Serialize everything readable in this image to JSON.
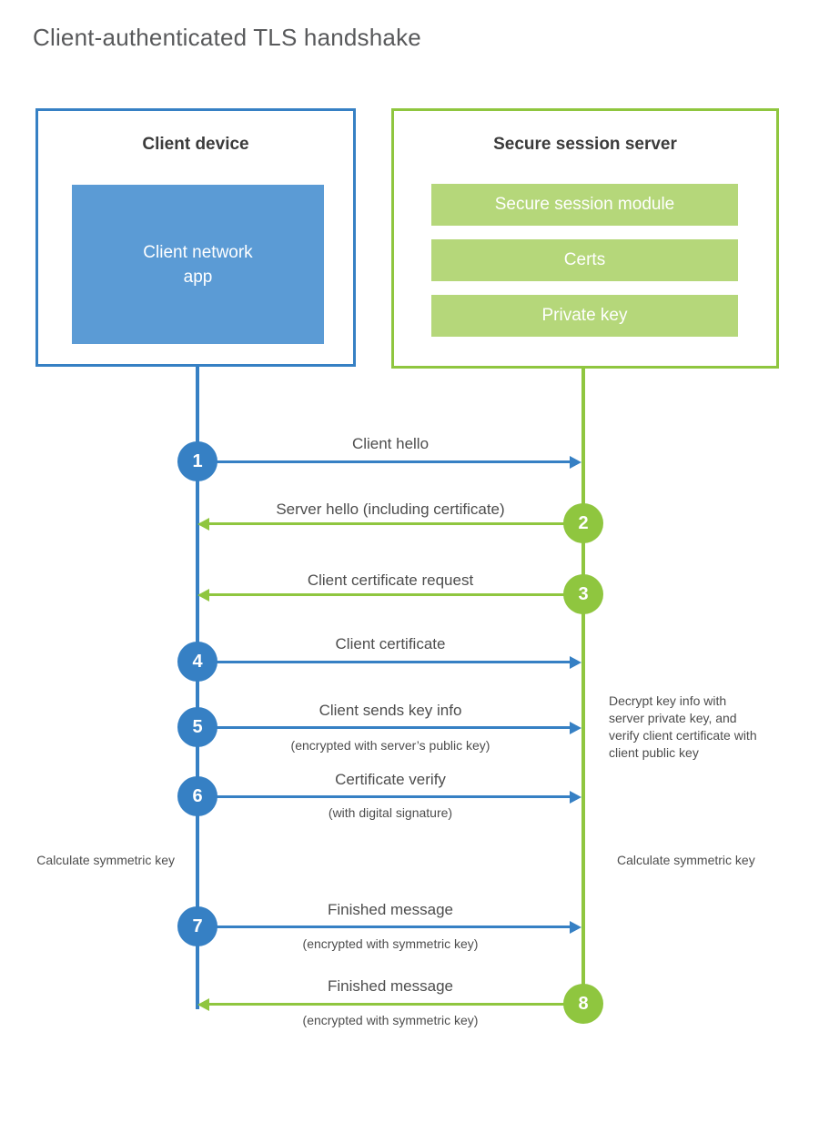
{
  "diagram": {
    "title": "Client-authenticated TLS handshake",
    "colors": {
      "client_blue": "#3680c4",
      "client_app_fill": "#5b9bd5",
      "server_green": "#8fc63f",
      "server_module_fill": "#b5d77a",
      "text_gray": "#4d4d4d",
      "title_gray": "#58595b"
    }
  },
  "client": {
    "title": "Client device",
    "app_label": "Client network\napp",
    "app_label_line1": "Client network",
    "app_label_line2": "app"
  },
  "server": {
    "title": "Secure session server",
    "modules": [
      {
        "label": "Secure session module"
      },
      {
        "label": "Certs"
      },
      {
        "label": "Private key"
      }
    ]
  },
  "steps": [
    {
      "number": "1",
      "label": "Client hello",
      "sublabel": "",
      "direction": "client-to-server",
      "color": "blue"
    },
    {
      "number": "2",
      "label": "Server hello (including certificate)",
      "sublabel": "",
      "direction": "server-to-client",
      "color": "green"
    },
    {
      "number": "3",
      "label": "Client certificate request",
      "sublabel": "",
      "direction": "server-to-client",
      "color": "green"
    },
    {
      "number": "4",
      "label": "Client certificate",
      "sublabel": "",
      "direction": "client-to-server",
      "color": "blue"
    },
    {
      "number": "5",
      "label": "Client sends key info",
      "sublabel": "(encrypted with server’s public key)",
      "direction": "client-to-server",
      "color": "blue"
    },
    {
      "number": "6",
      "label": "Certificate verify",
      "sublabel": "(with digital signature)",
      "direction": "client-to-server",
      "color": "blue"
    },
    {
      "number": "7",
      "label": "Finished message",
      "sublabel": "(encrypted with symmetric key)",
      "direction": "client-to-server",
      "color": "blue"
    },
    {
      "number": "8",
      "label": "Finished message",
      "sublabel": "(encrypted with symmetric key)",
      "direction": "server-to-client",
      "color": "green"
    }
  ],
  "notes": {
    "server_decrypt": "Decrypt key info with server private key, and verify client certificate with client public key",
    "client_calculate": "Calculate symmetric key",
    "server_calculate": "Calculate symmetric key"
  }
}
